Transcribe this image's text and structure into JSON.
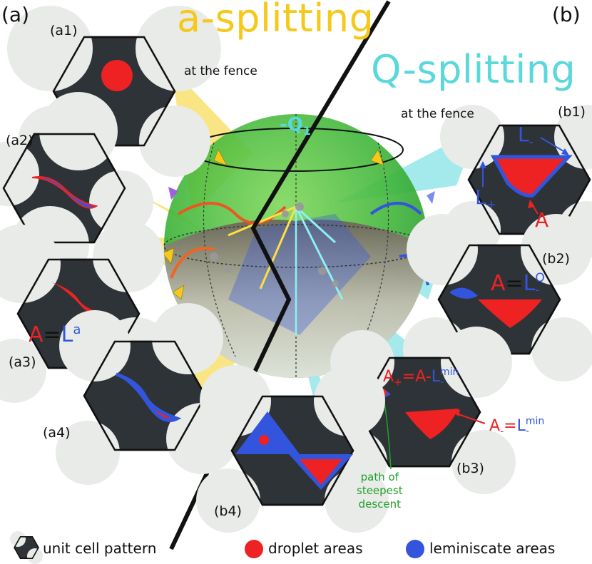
{
  "panel_labels": {
    "a": "(a)",
    "b": "(b)",
    "a1": "(a1)",
    "a2": "(a2)",
    "a3": "(a3)",
    "a4": "(a4)",
    "b1": "(b1)",
    "b2": "(b2)",
    "b3": "(b3)",
    "b4": "(b4)"
  },
  "titles": {
    "a_splitting": "a-splitting",
    "q_splitting": "Q-splitting"
  },
  "fence_labels": {
    "a": "at the fence",
    "b": "at the fence"
  },
  "sphere_label": {
    "text": "-Q",
    "subscript": "1"
  },
  "annotations": {
    "b1_L_minus": {
      "base": "L",
      "sub": "-"
    },
    "b1_L_plus": {
      "base": "L",
      "sub": "+"
    },
    "b1_A": "A",
    "a3_eq": {
      "lhs": "A",
      "eq": "=",
      "base": "L",
      "sup": "a"
    },
    "b2_eq": {
      "lhs": "A",
      "eq": "=",
      "base": "L",
      "sup": "Q",
      "sub": "-"
    },
    "b3_top": {
      "lhs": "A",
      "lhs_sub": "+",
      "eq": "=A-",
      "base": "L",
      "sup": "min",
      "sub": "-"
    },
    "b3_bottom": {
      "lhs": "A",
      "lhs_sub": "-",
      "eq": "=",
      "base": "L",
      "sup": "min",
      "sub": "-"
    },
    "path_text": [
      "path of",
      "steepest",
      "descent"
    ]
  },
  "legend": {
    "unit_cell": "unit cell pattern",
    "droplet": "droplet areas",
    "leminiscate": "leminiscate areas"
  },
  "colors": {
    "red": "#ee2222",
    "blue": "#3355dd",
    "yellow": "#f5d020",
    "cyan": "#5ad8dc",
    "dark": "#2e3338",
    "light": "#e8ebe8",
    "green": "#22a02a"
  }
}
